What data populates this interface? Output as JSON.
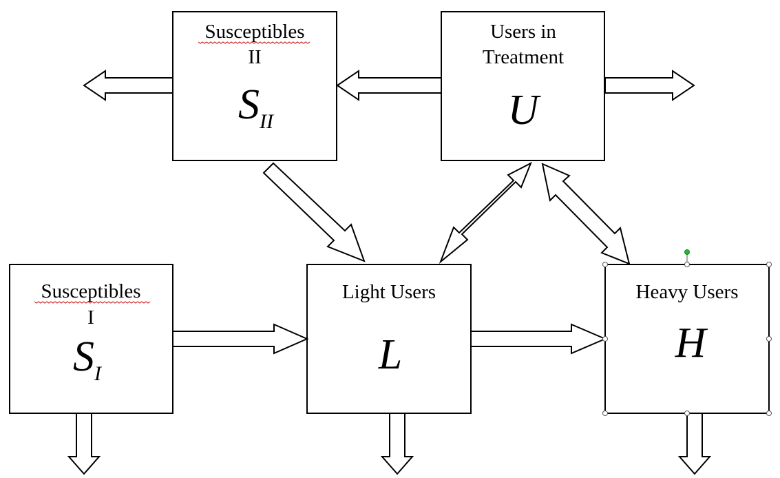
{
  "boxes": {
    "s2": {
      "label_line1": "Susceptibles",
      "label_line2": "II",
      "symbol": "S",
      "subscript": "II"
    },
    "u": {
      "label_line1": "Users in",
      "label_line2": "Treatment",
      "symbol": "U"
    },
    "s1": {
      "label_line1": "Susceptibles",
      "label_line2": "I",
      "symbol": "S",
      "subscript": "I"
    },
    "l": {
      "label_line1": "Light Users",
      "symbol": "L"
    },
    "h": {
      "label_line1": "Heavy Users",
      "symbol": "H"
    }
  },
  "colors": {
    "spellcheck_underline": "#d03030",
    "rotation_handle": "#22bb33"
  },
  "selection": {
    "selected_box": "h"
  }
}
